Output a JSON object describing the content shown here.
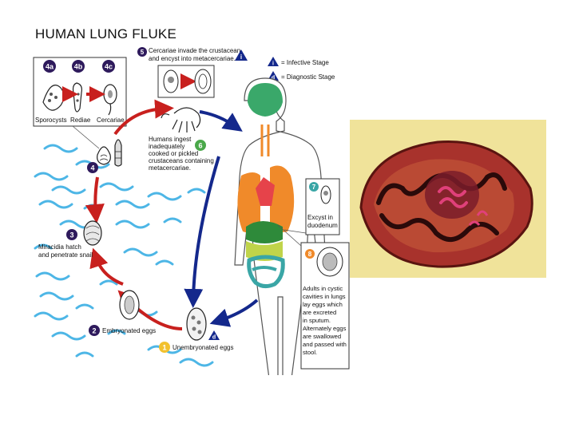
{
  "title": "HUMAN LUNG FLUKE",
  "legend": {
    "infective": "= Infective Stage",
    "diagnostic": "= Diagnostic Stage",
    "infective_symbol": "i",
    "diagnostic_symbol": "d"
  },
  "stages": {
    "s1": {
      "num": "1",
      "label": "Unembryonated eggs"
    },
    "s2": {
      "num": "2",
      "label": "Embryonated eggs"
    },
    "s3": {
      "num": "3",
      "line1": "Miracidia hatch",
      "line2": "and penetrate snail"
    },
    "s4": {
      "num": "4"
    },
    "s4a": {
      "num": "4a",
      "label": "Sporocysts"
    },
    "s4b": {
      "num": "4b",
      "label": "Rediae"
    },
    "s4c": {
      "num": "4c",
      "label": "Cercariae"
    },
    "s5": {
      "num": "5",
      "line1": "Cercariae invade the crustacean",
      "line2": "and encyst into metacercariae."
    },
    "s6": {
      "num": "6",
      "lines": [
        "Humans ingest",
        "inadequately",
        "cooked or pickled",
        "crustaceans containing",
        "metacercariae."
      ]
    },
    "s7": {
      "num": "7",
      "line1": "Excyst in",
      "line2": "duodenum"
    },
    "s8": {
      "num": "8",
      "lines": [
        "Adults in cystic",
        "cavities in lungs",
        "lay eggs which",
        "are excreted",
        "in sputum.",
        "Alternately eggs",
        "are swallowed",
        "and passed with",
        "stool."
      ]
    }
  },
  "colors": {
    "stage_purple": "#2e1a5c",
    "stage_yellow": "#f2c12e",
    "stage_green": "#4aa84a",
    "stage_teal": "#3aa6a6",
    "stage_orange": "#f08a2a",
    "arrow_red": "#c8201e",
    "arrow_blue": "#14288c",
    "water": "#4db6e6",
    "photo_bg": "#f0e39a",
    "fluke_body": "#a8322c"
  }
}
